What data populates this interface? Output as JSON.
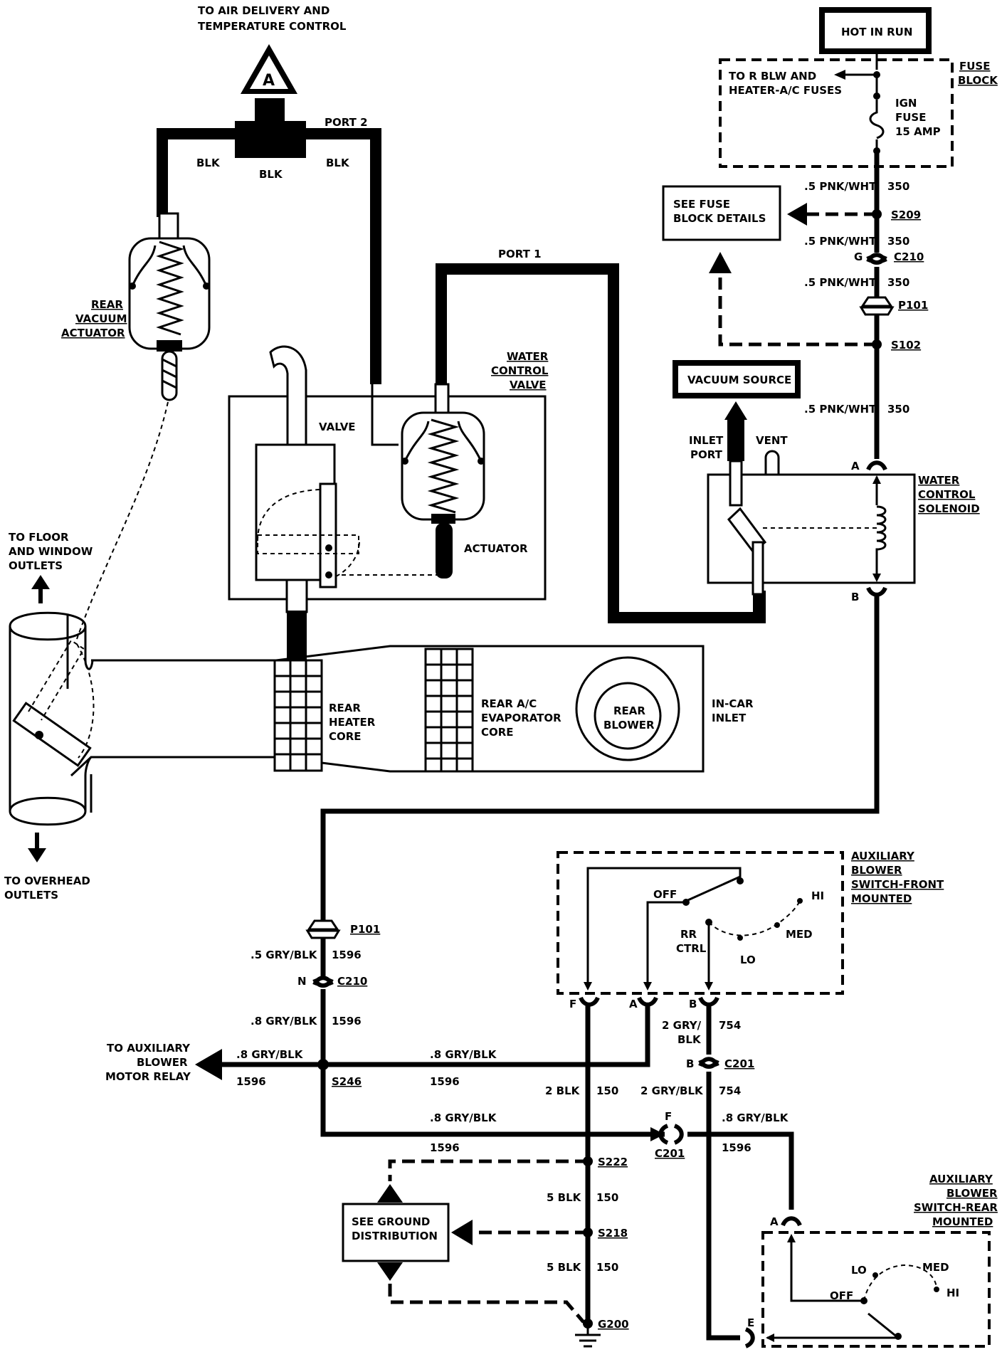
{
  "labels": {
    "to_air_delivery_1": "TO AIR DELIVERY AND",
    "to_air_delivery_2": "TEMPERATURE CONTROL",
    "ref_a": "A",
    "hot_in_run": "HOT IN RUN",
    "fuse_block_1": "FUSE",
    "fuse_block_2": "BLOCK",
    "to_rblw_1": "TO R BLW AND",
    "to_rblw_2": "HEATER-A/C FUSES",
    "ign_fuse_1": "IGN",
    "ign_fuse_2": "FUSE",
    "ign_fuse_3": "15 AMP",
    "see_fuse_1": "SEE FUSE",
    "see_fuse_2": "BLOCK DETAILS",
    "port2": "PORT 2",
    "port1": "PORT 1",
    "blk": "BLK",
    "rear_vac_1": "REAR",
    "rear_vac_2": "VACUUM",
    "rear_vac_3": "ACTUATOR",
    "wcv_1": "WATER",
    "wcv_2": "CONTROL",
    "wcv_3": "VALVE",
    "valve": "VALVE",
    "actuator": "ACTUATOR",
    "vacuum_source": "VACUUM SOURCE",
    "inlet_1": "INLET",
    "inlet_2": "PORT",
    "vent": "VENT",
    "wcs_1": "WATER",
    "wcs_2": "CONTROL",
    "wcs_3": "SOLENOID",
    "pin_a": "A",
    "pin_b": "B",
    "pin_e": "E",
    "pin_f": "F",
    "pin_g": "G",
    "pin_n": "N",
    "floor_1": "TO FLOOR",
    "floor_2": "AND WINDOW",
    "floor_3": "OUTLETS",
    "overhead_1": "TO OVERHEAD",
    "overhead_2": "OUTLETS",
    "rhc_1": "REAR",
    "rhc_2": "HEATER",
    "rhc_3": "CORE",
    "evap_1": "REAR A/C",
    "evap_2": "EVAPORATOR",
    "evap_3": "CORE",
    "blower_1": "REAR",
    "blower_2": "BLOWER",
    "incar_1": "IN-CAR",
    "incar_2": "INLET",
    "abf_1": "AUXILIARY",
    "abf_2": "BLOWER",
    "abf_3": "SWITCH-FRONT",
    "abf_4": "MOUNTED",
    "abr_1": "AUXILIARY",
    "abr_2": "BLOWER",
    "abr_3": "SWITCH-REAR",
    "abr_4": "MOUNTED",
    "off": "OFF",
    "hi": "HI",
    "med": "MED",
    "lo": "LO",
    "rr_1": "RR",
    "rr_2": "CTRL",
    "to_aux_1": "TO AUXILIARY",
    "to_aux_2": "BLOWER",
    "to_aux_3": "MOTOR RELAY",
    "see_ground_1": "SEE GROUND",
    "see_ground_2": "DISTRIBUTION"
  },
  "wires": {
    "pnk_wht": ".5 PNK/WHT",
    "c350": "350",
    "gry_blk_5": ".5 GRY/BLK",
    "gry_blk_8": ".8 GRY/BLK",
    "c1596": "1596",
    "gry_blk_2a": "2 GRY/",
    "gry_blk_2b": "BLK",
    "gry_blk_2": "2 GRY/BLK",
    "c754": "754",
    "blk_2": "2 BLK",
    "blk_5": "5 BLK",
    "c150": "150"
  },
  "connectors": {
    "s209": "S209",
    "c210": "C210",
    "p101": "P101",
    "s102": "S102",
    "s246": "S246",
    "c201": "C201",
    "s222": "S222",
    "s218": "S218",
    "g200": "G200"
  }
}
